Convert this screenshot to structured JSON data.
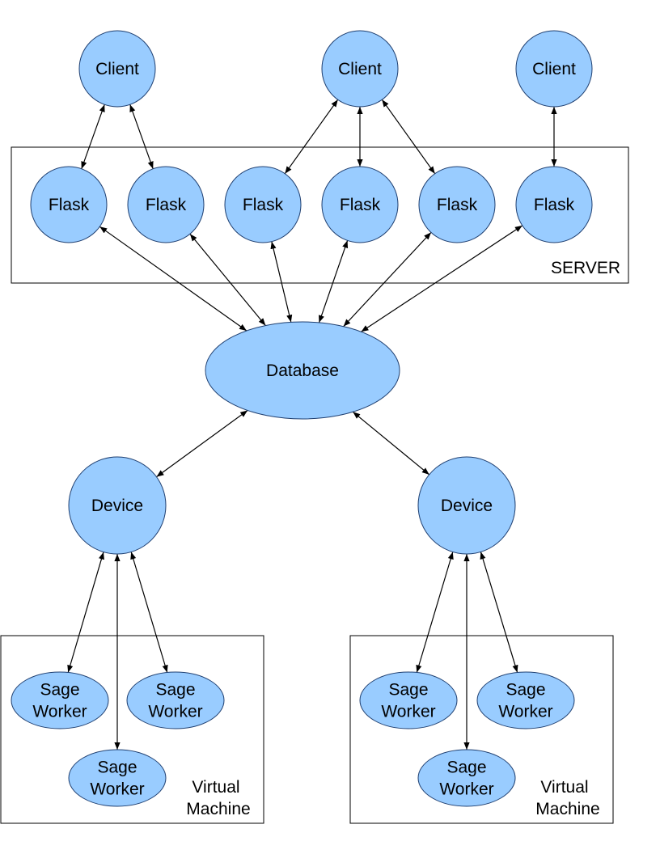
{
  "colors": {
    "node_fill": "#99ccff",
    "node_stroke": "#1f3f70",
    "line": "#000000"
  },
  "clients": [
    "Client",
    "Client",
    "Client"
  ],
  "server": {
    "label": "SERVER",
    "flasks": [
      "Flask",
      "Flask",
      "Flask",
      "Flask",
      "Flask",
      "Flask"
    ]
  },
  "database": {
    "label": "Database"
  },
  "devices": [
    "Device",
    "Device"
  ],
  "vm_groups": [
    {
      "label_line1": "Virtual",
      "label_line2": "Machine",
      "workers": [
        [
          "Sage",
          "Worker"
        ],
        [
          "Sage",
          "Worker"
        ],
        [
          "Sage",
          "Worker"
        ]
      ]
    },
    {
      "label_line1": "Virtual",
      "label_line2": "Machine",
      "workers": [
        [
          "Sage",
          "Worker"
        ],
        [
          "Sage",
          "Worker"
        ],
        [
          "Sage",
          "Worker"
        ]
      ]
    }
  ],
  "connections": [
    [
      "client-0",
      "flask-0"
    ],
    [
      "client-0",
      "flask-1"
    ],
    [
      "client-1",
      "flask-2"
    ],
    [
      "client-1",
      "flask-3"
    ],
    [
      "client-1",
      "flask-4"
    ],
    [
      "client-2",
      "flask-5"
    ],
    [
      "flask-0",
      "database"
    ],
    [
      "flask-1",
      "database"
    ],
    [
      "flask-2",
      "database"
    ],
    [
      "flask-3",
      "database"
    ],
    [
      "flask-4",
      "database"
    ],
    [
      "flask-5",
      "database"
    ],
    [
      "database",
      "device-0"
    ],
    [
      "database",
      "device-1"
    ],
    [
      "device-0",
      "worker-0-0"
    ],
    [
      "device-0",
      "worker-0-1"
    ],
    [
      "device-0",
      "worker-0-2"
    ],
    [
      "device-1",
      "worker-1-0"
    ],
    [
      "device-1",
      "worker-1-1"
    ],
    [
      "device-1",
      "worker-1-2"
    ]
  ]
}
